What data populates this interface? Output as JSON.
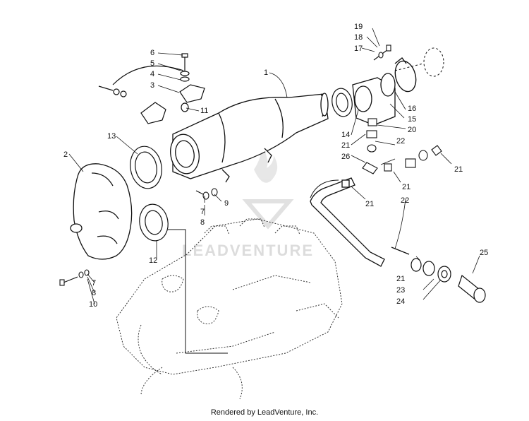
{
  "watermark": {
    "text": "LEADVENTURE"
  },
  "footer": {
    "text": "Rendered by LeadVenture, Inc."
  },
  "callouts": {
    "n1": "1",
    "n2": "2",
    "n3": "3",
    "n4": "4",
    "n5": "5",
    "n6": "6",
    "n7a": "7",
    "n7b": "7",
    "n8a": "8",
    "n8b": "8",
    "n9": "9",
    "n10": "10",
    "n11": "11",
    "n12": "12",
    "n13": "13",
    "n14": "14",
    "n15": "15",
    "n16": "16",
    "n17": "17",
    "n18": "18",
    "n19": "19",
    "n20": "20",
    "n21a": "21",
    "n21b": "21",
    "n21c": "21",
    "n21d": "21",
    "n21e": "21",
    "n22a": "22",
    "n22b": "22",
    "n23": "23",
    "n24": "24",
    "n25": "25",
    "n26": "26"
  }
}
